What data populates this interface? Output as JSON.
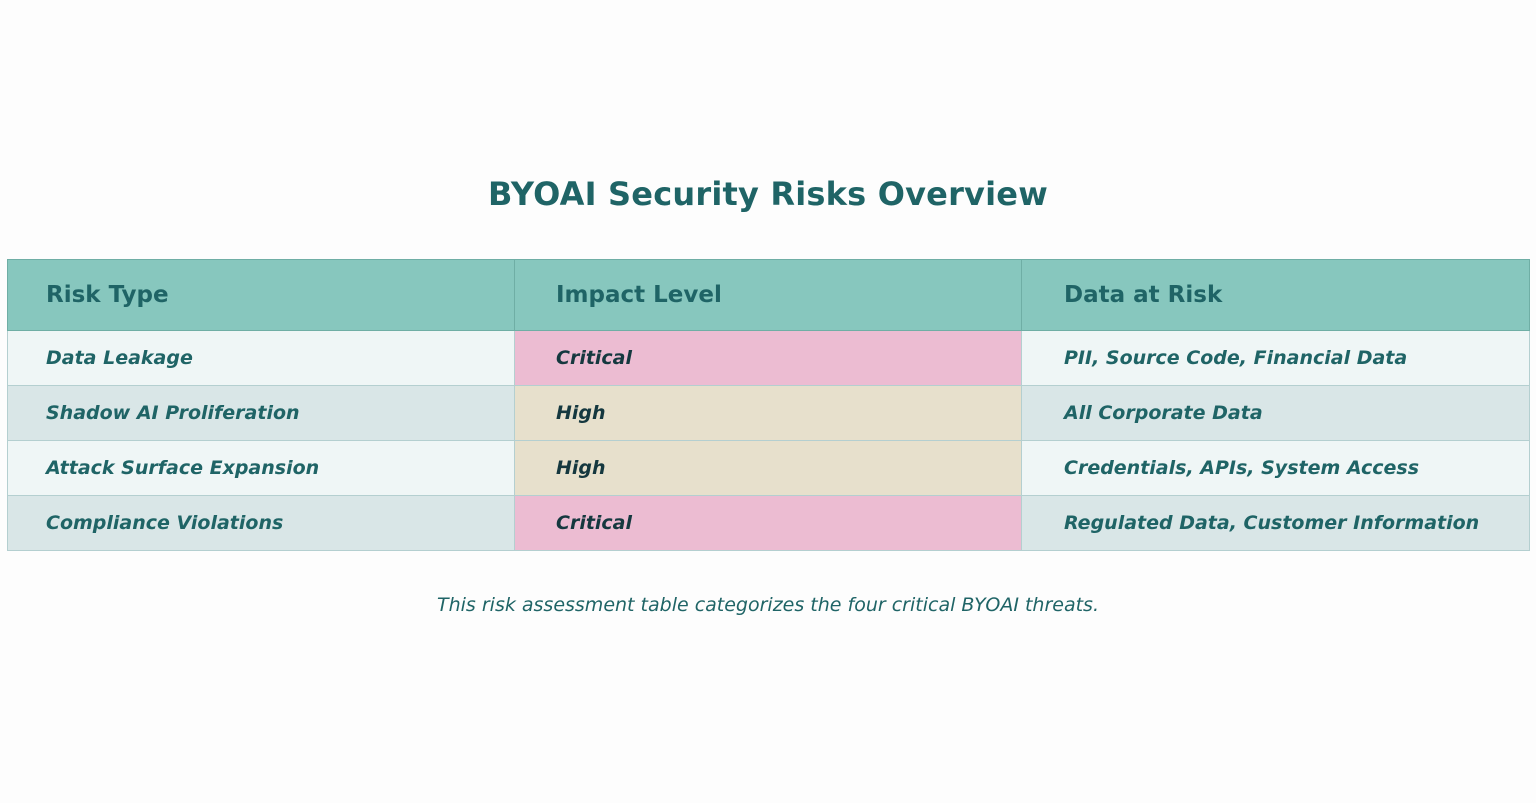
{
  "title": "BYOAI Security Risks Overview",
  "table": {
    "headers": [
      "Risk Type",
      "Impact Level",
      "Data at Risk"
    ],
    "rows": [
      {
        "risk_type": "Data Leakage",
        "impact_level": "Critical",
        "data_at_risk": "PII, Source Code, Financial Data"
      },
      {
        "risk_type": "Shadow AI Proliferation",
        "impact_level": "High",
        "data_at_risk": "All Corporate Data"
      },
      {
        "risk_type": "Attack Surface Expansion",
        "impact_level": "High",
        "data_at_risk": "Credentials, APIs, System Access"
      },
      {
        "risk_type": "Compliance Violations",
        "impact_level": "Critical",
        "data_at_risk": "Regulated Data, Customer Information"
      }
    ]
  },
  "colors": {
    "accent": "#1f6466",
    "header_bg": "#87c7be",
    "critical": "#ecbcd2",
    "high": "#e7e0cc"
  },
  "caption": "This risk assessment table categorizes the four critical BYOAI threats."
}
